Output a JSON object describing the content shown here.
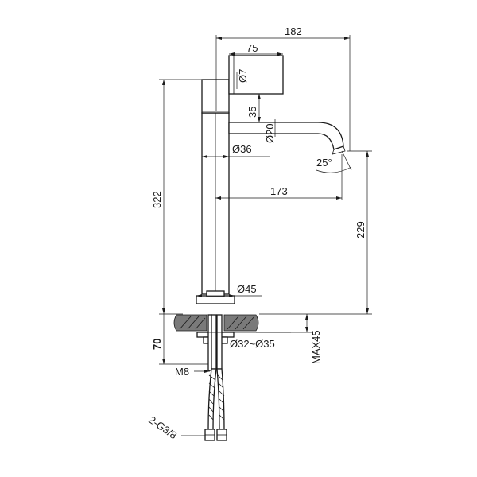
{
  "dimensions": {
    "total_width": "182",
    "handle_length": "75",
    "handle_diameter": "Ø7",
    "handle_height": "35",
    "spout_diameter": "Ø20",
    "body_diameter": "Ø36",
    "spout_angle": "25°",
    "spout_reach": "173",
    "total_height": "322",
    "spout_height": "229",
    "base_diameter": "Ø45",
    "below_deck": "70",
    "hole_diameter": "Ø32~Ø35",
    "max_deck": "MAX45",
    "stud_thread": "M8",
    "hose_thread": "2-G3/8"
  }
}
